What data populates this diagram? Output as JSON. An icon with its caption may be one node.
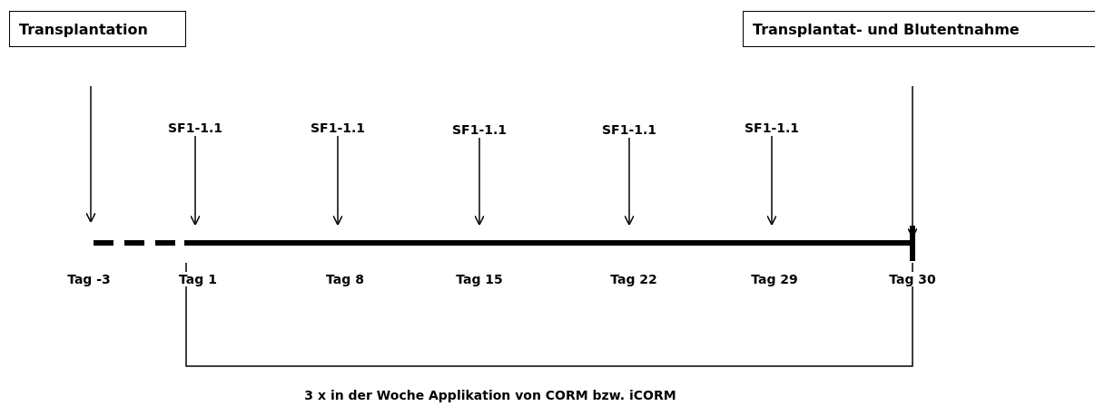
{
  "diagram": {
    "nodes": [
      {
        "text": [
          "Transplantation"
        ]
      },
      {
        "text": [
          "Transplantat- und Blutentnahme"
        ]
      },
      {
        "text": [
          "SF1-1.1"
        ]
      },
      {
        "text": [
          "SF1-1.1"
        ]
      },
      {
        "text": [
          "SF1-1.1"
        ]
      },
      {
        "text": [
          "SF1-1.1"
        ]
      },
      {
        "text": [
          "SF1-1.1"
        ]
      }
    ],
    "edges": [
      {
        "from": 0,
        "to": null,
        "arrow": "to"
      },
      {
        "from": 2,
        "to": null,
        "arrow": "to"
      },
      {
        "from": 3,
        "to": null,
        "arrow": "to"
      },
      {
        "from": 4,
        "to": null,
        "arrow": "to"
      },
      {
        "from": 5,
        "to": null,
        "arrow": "to"
      },
      {
        "from": 6,
        "to": null,
        "arrow": "to"
      },
      {
        "from": 1,
        "to": null,
        "arrow": "to"
      }
    ],
    "labels": [
      "Tag -3",
      "Tag 1",
      "Tag 8",
      "Tag 15",
      "Tag 22",
      "Tag 29",
      "Tag 30",
      "3 x in der Woche Applikation von CORM bzw. iCORM"
    ]
  }
}
